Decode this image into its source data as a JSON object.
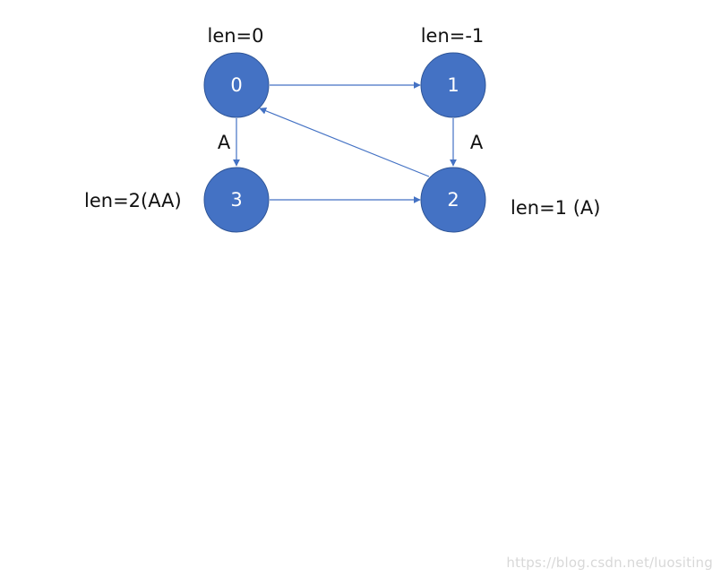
{
  "nodes": [
    {
      "id": "0",
      "label": "0"
    },
    {
      "id": "1",
      "label": "1"
    },
    {
      "id": "2",
      "label": "2"
    },
    {
      "id": "3",
      "label": "3"
    }
  ],
  "node_labels": {
    "node0": "len=0",
    "node1": "len=-1",
    "node2": "len=1 (A)",
    "node3": "len=2(AA)"
  },
  "edges": [
    {
      "from": "0",
      "to": "1",
      "label": ""
    },
    {
      "from": "1",
      "to": "2",
      "label": "A"
    },
    {
      "from": "2",
      "to": "0",
      "label": ""
    },
    {
      "from": "0",
      "to": "3",
      "label": "A"
    },
    {
      "from": "3",
      "to": "2",
      "label": ""
    }
  ],
  "colors": {
    "node_fill": "#4472c4",
    "node_stroke": "#2f5597",
    "edge": "#4472c4",
    "text": "#111111"
  },
  "watermark": "https://blog.csdn.net/luositing"
}
